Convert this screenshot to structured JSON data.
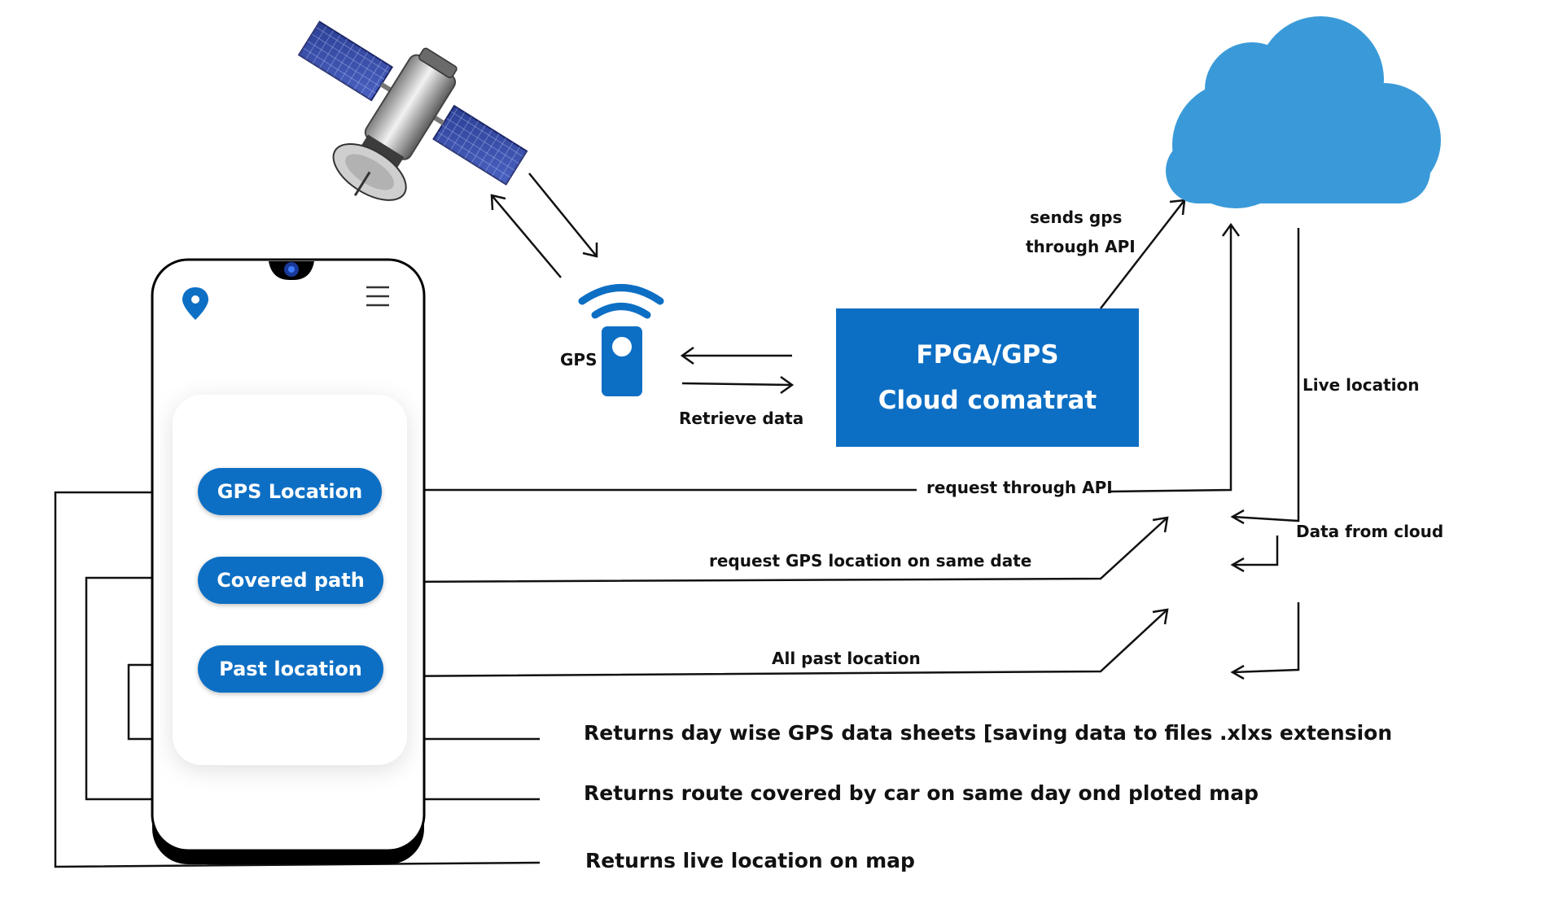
{
  "colors": {
    "accent": "#0d6fc4",
    "cloud": "#3a9ad9",
    "line": "#111111"
  },
  "icons": [
    "satellite-icon",
    "gps-tracker-icon",
    "cloud-icon",
    "location-pin-icon",
    "hamburger-menu-icon"
  ],
  "gps_label": "GPS",
  "retrieve_label": "Retrieve data",
  "fpga_box": {
    "line1": "FPGA/GPS",
    "line2": "Cloud comatrat"
  },
  "sends_gps": {
    "line1": "sends gps",
    "line2": "through API"
  },
  "live_location": "Live location",
  "data_from_cloud": "Data from cloud",
  "request_api": "request through API",
  "request_same_date": "request GPS location on same date",
  "all_past": "All past location",
  "phone_buttons": [
    "GPS Location",
    "Covered path",
    "Past location"
  ],
  "outputs": [
    "Returns day wise GPS data sheets [saving data to files .xlxs extension",
    "Returns route covered by car on same day ond ploted map",
    "Returns live location on map"
  ]
}
